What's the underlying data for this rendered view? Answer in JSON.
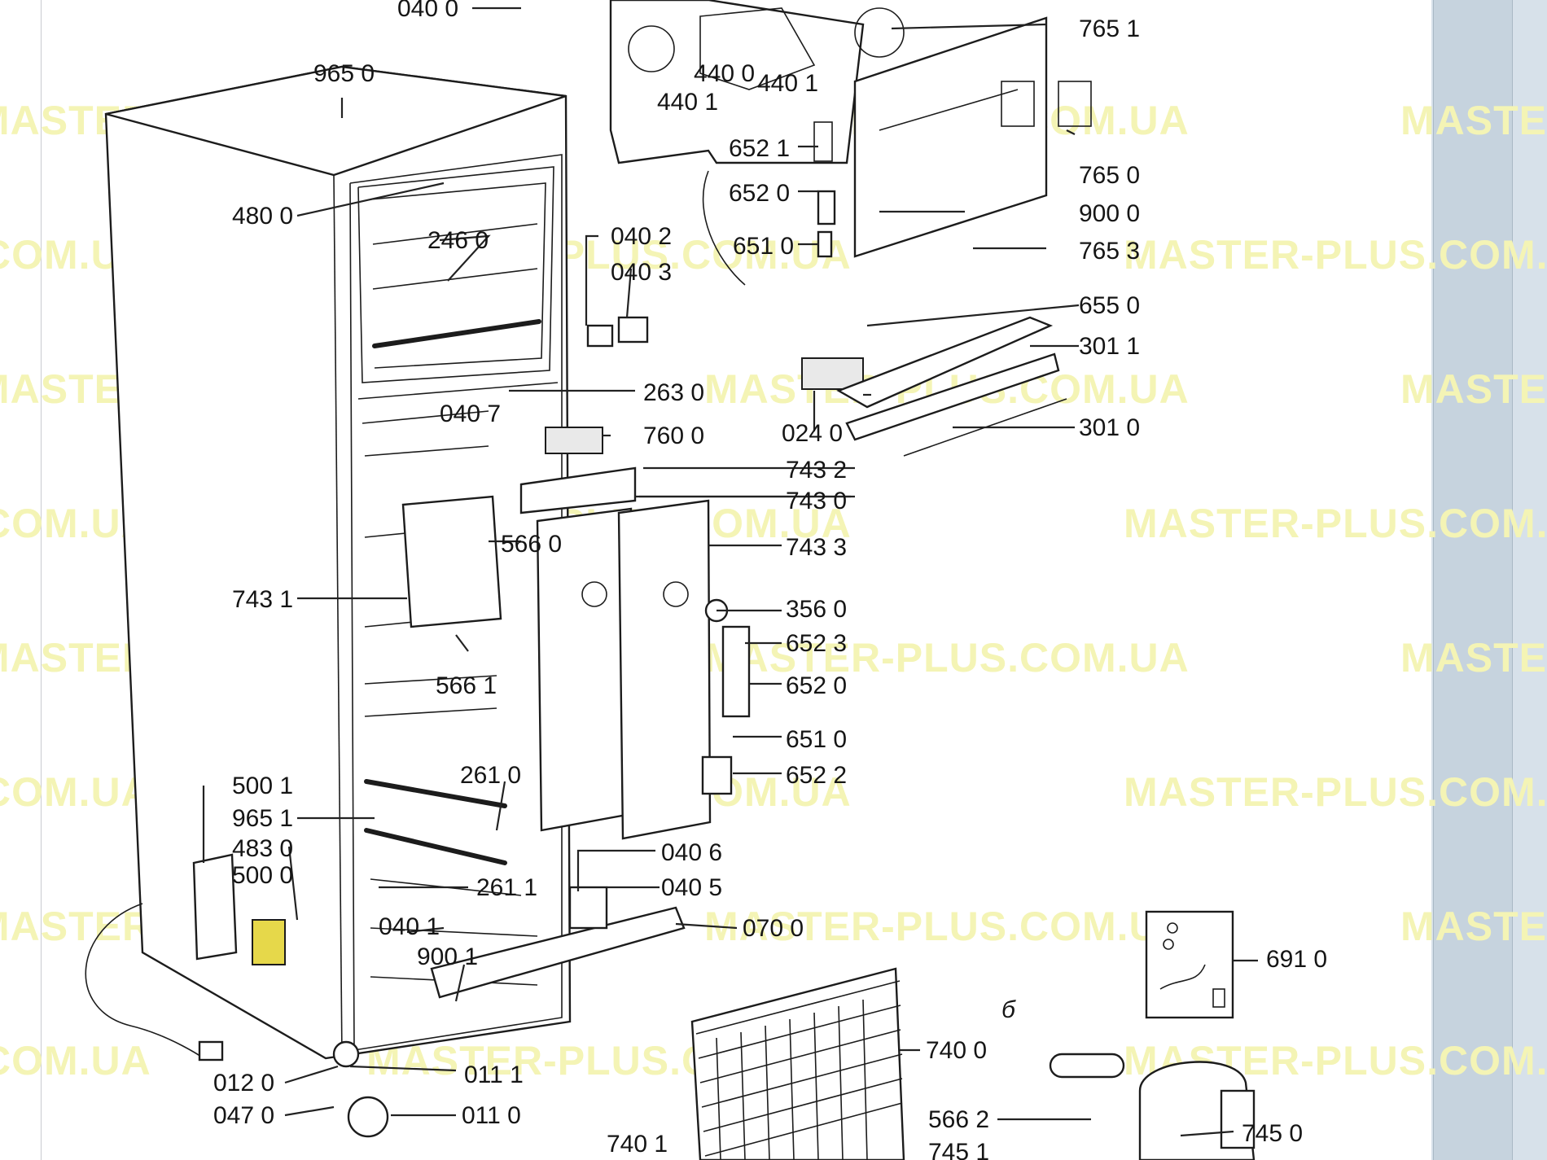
{
  "watermark": "MASTER-PLUS.COM.UA",
  "accent_colors": {
    "watermark": "#f4f4b5",
    "line": "#1c1c1c",
    "highlight_part": "#e6d84a"
  },
  "labels": [
    "040 0",
    "965 0",
    "480 0",
    "246 0",
    "440 0",
    "440 1",
    "440 1",
    "765 1",
    "652 1",
    "765 0",
    "652 0",
    "900 0",
    "651 0",
    "765 3",
    "040 2",
    "040 3",
    "655 0",
    "301 1",
    "263 0",
    "040 7",
    "024 0",
    "301 0",
    "760 0",
    "743 2",
    "743 0",
    "566 0",
    "743 3",
    "743 1",
    "356 0",
    "652 3",
    "566 1",
    "652 0",
    "651 0",
    "261 0",
    "652 2",
    "500 1",
    "965 1",
    "483 0",
    "500 0",
    "261 1",
    "040 6",
    "040 5",
    "040 1",
    "070 0",
    "900 1",
    "691 0",
    "740 0",
    "012 0",
    "011 1",
    "047 0",
    "011 0",
    "566 2",
    "745 0",
    "740 1",
    "745 1",
    "б"
  ]
}
